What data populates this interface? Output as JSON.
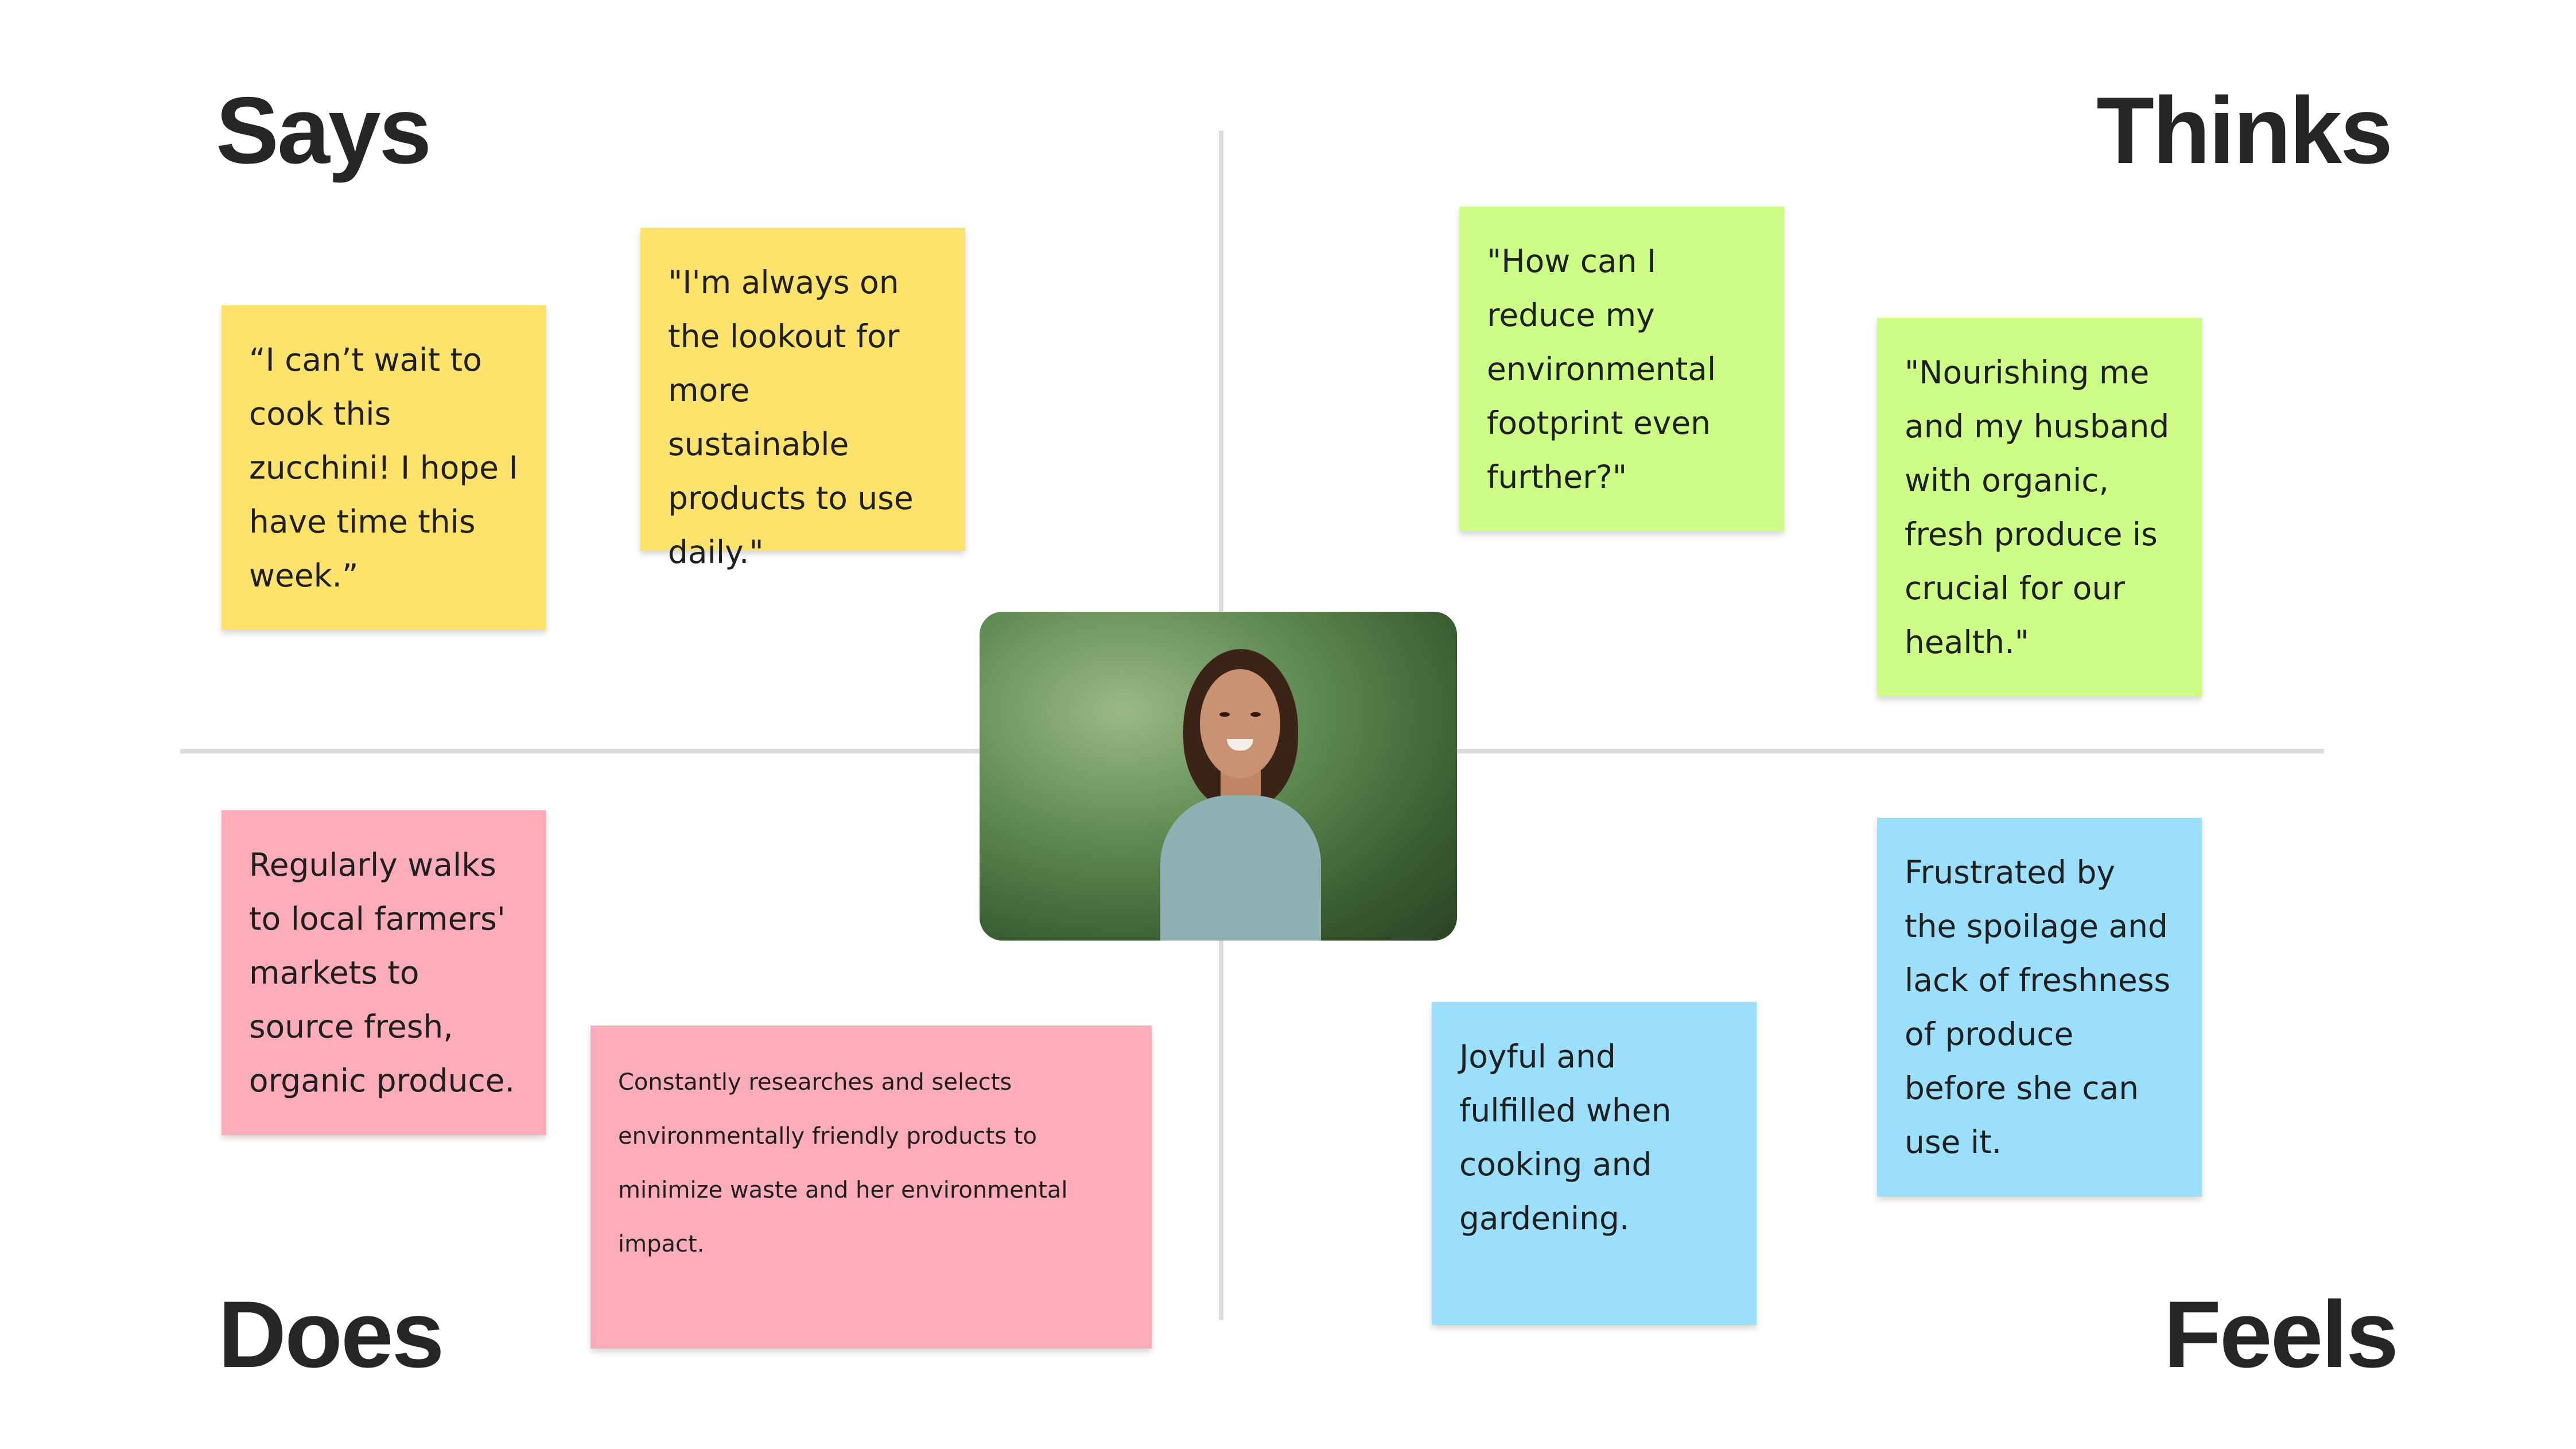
{
  "quadrants": {
    "says": "Says",
    "thinks": "Thinks",
    "does": "Does",
    "feels": "Feels"
  },
  "notes": {
    "says_1": "“I can’t wait to cook this zucchini! I hope I have time this week.”",
    "says_2": "\"I'm always on the lookout for more sustainable products to use daily.\"",
    "thinks_1": "\"How can I reduce my environmental footprint even further?\"",
    "thinks_2": "\"Nourishing me and my husband with organic, fresh produce is crucial for our health.\"",
    "does_1": "Regularly walks to local farmers' markets to source fresh, organic produce.",
    "does_2": "Constantly researches and selects environmentally friendly products to minimize waste and her environmental impact.",
    "feels_1": "Joyful and fulfilled when cooking and gardening.",
    "feels_2": "Frustrated by the spoilage and lack of freshness of produce before she can use it."
  },
  "colors": {
    "says": "#fde26c",
    "thinks": "#cdfd87",
    "does": "#fdadba",
    "feels": "#9bdffc"
  }
}
